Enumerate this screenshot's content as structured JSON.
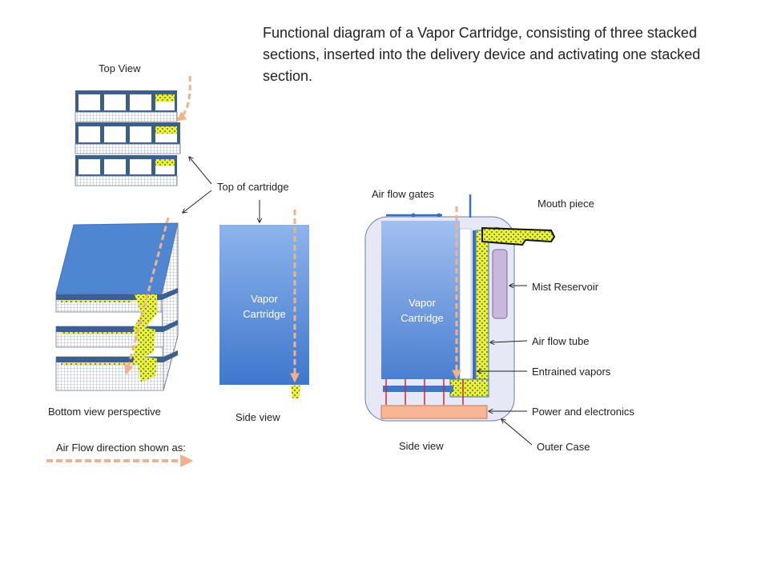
{
  "title": "Functional diagram of a Vapor Cartridge, consisting of three stacked sections, inserted into the delivery device and activating one stacked section.",
  "labels": {
    "top_view": "Top View",
    "top_of_cartridge": "Top of cartridge",
    "bottom_view_perspective": "Bottom view perspective",
    "side_view_left": "Side view",
    "side_view_right": "Side view",
    "air_flow_direction": "Air Flow direction shown as:",
    "air_flow_gates": "Air flow gates",
    "mouth_piece": "Mouth piece",
    "mist_reservoir": "Mist Reservoir",
    "air_flow_tube": "Air flow tube",
    "entrained_vapors": "Entrained vapors",
    "power_and_electronics": "Power and electronics",
    "outer_case": "Outer Case",
    "cartridge_left_line1": "Vapor",
    "cartridge_left_line2": "Cartridge",
    "cartridge_right_line1": "Vapor",
    "cartridge_right_line2": "Cartridge"
  },
  "colors": {
    "cartridge_blue": "#5b8fd6",
    "cartridge_blue_dark": "#3b6fc0",
    "section_frame": "#3c5f8c",
    "vapor_yellow": "#e8f238",
    "airflow_arrow": "#f0b28a",
    "outer_case_fill": "#e6e8f5",
    "power_block": "#f9b594",
    "mist_reservoir": "#c8b8de",
    "heater_red": "#d8262c"
  }
}
